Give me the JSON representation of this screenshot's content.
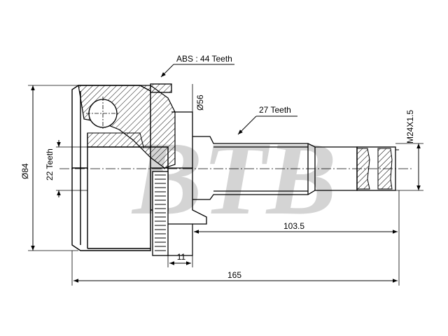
{
  "watermark": "BTB",
  "annotations": {
    "abs_teeth": "ABS : 44 Teeth",
    "spline_teeth": "27 Teeth",
    "inner_teeth": "22 Teeth",
    "outer_diameter": "Ø84",
    "seal_diameter": "Ø56",
    "thread": "M24X1.5",
    "shaft_length": "103.5",
    "abs_width": "11",
    "overall_length": "165"
  },
  "colors": {
    "line": "#000000",
    "watermark": "#d4d4d4"
  }
}
